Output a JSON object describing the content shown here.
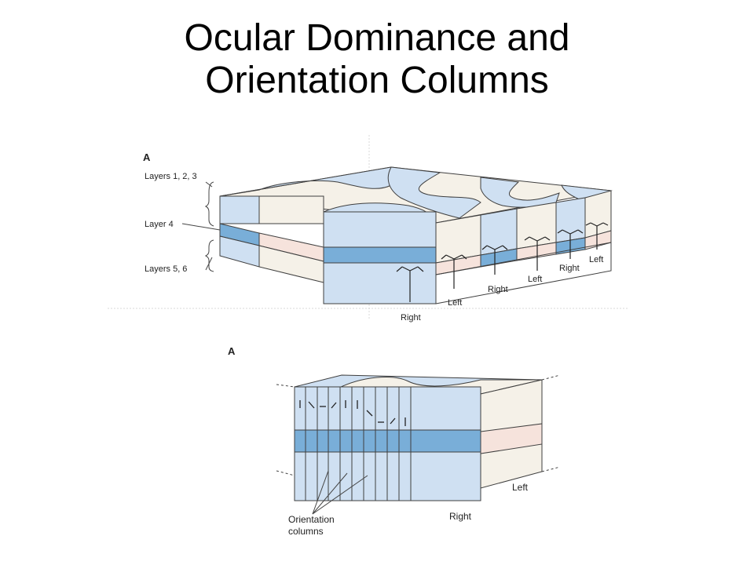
{
  "slide": {
    "title_line1": "Ocular Dominance and",
    "title_line2": "Orientation Columns"
  },
  "diagram_top": {
    "panel_letter": "A",
    "layer_labels": [
      "Layers 1, 2, 3",
      "Layer 4",
      "Layers 5, 6"
    ],
    "eye_labels": [
      "Right",
      "Left",
      "Right",
      "Left",
      "Right",
      "Left"
    ]
  },
  "diagram_bottom": {
    "panel_letter": "A",
    "caption_line1": "Orientation",
    "caption_line2": "columns",
    "label_left": "Left",
    "label_right": "Right"
  },
  "colors": {
    "right_eye_blue": "#cfe0f2",
    "left_eye_cream": "#f5f1e8",
    "layer4_blue": "#79aed8",
    "layer4_pink": "#f6e3dc",
    "outline": "#3f3f3f"
  }
}
